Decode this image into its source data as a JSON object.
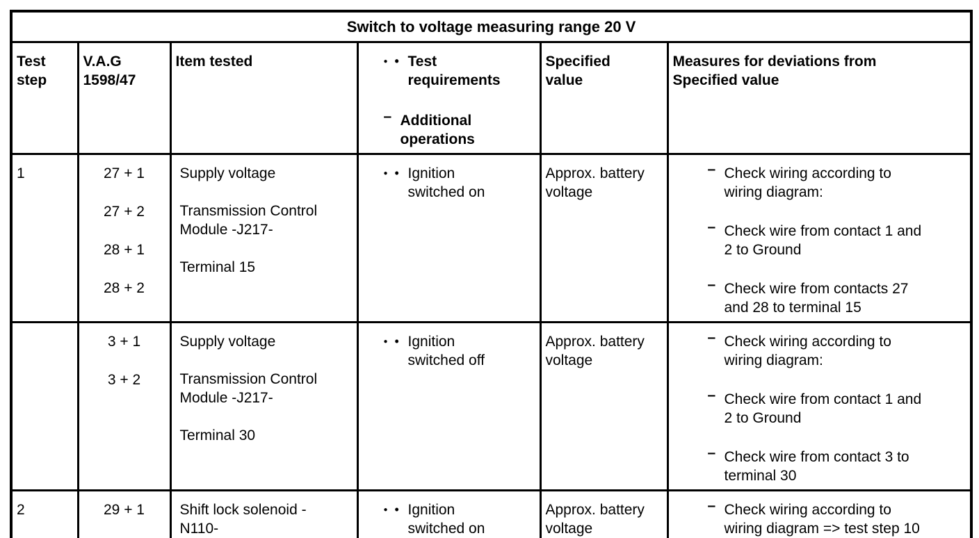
{
  "title": "Switch to voltage measuring range 20 V",
  "markers": {
    "bullet_large": "●",
    "bullet_small": "•",
    "dash": "–"
  },
  "header": {
    "test_step": "Test\nstep",
    "vag": "V.A.G\n1598/47",
    "item_tested": "Item tested",
    "requirements_bullet": "Test\nrequirements",
    "requirements_dash": "Additional\noperations",
    "specified_value": "Specified\nvalue",
    "measures": "Measures for deviations from\nSpecified value"
  },
  "rows": [
    {
      "step": "1",
      "vag": [
        "27 + 1",
        "27 + 2",
        "28 + 1",
        "28 + 2"
      ],
      "item": [
        "Supply voltage",
        "Transmission Control\nModule -J217-",
        "Terminal 15"
      ],
      "requirement": "Ignition\nswitched on",
      "specified": "Approx. battery\nvoltage",
      "measures": [
        "Check wiring according to\nwiring diagram:",
        "Check wire from contact 1 and\n2 to Ground",
        "Check wire from contacts 27\nand 28 to terminal 15"
      ]
    },
    {
      "step": "",
      "vag": [
        "3 + 1",
        "3 + 2"
      ],
      "item": [
        "Supply voltage",
        "Transmission Control\nModule -J217-",
        "Terminal 30"
      ],
      "requirement": "Ignition\nswitched off",
      "specified": "Approx. battery\nvoltage",
      "measures": [
        "Check wiring according to\nwiring diagram:",
        "Check wire from contact 1 and\n2 to Ground",
        "Check wire from contact 3 to\nterminal 30"
      ]
    },
    {
      "step": "2",
      "vag": [
        "29 + 1"
      ],
      "item": [
        "Shift lock solenoid -\nN110-"
      ],
      "requirement": "Ignition\nswitched on",
      "specified": "Approx. battery\nvoltage",
      "measures": [
        "Check wiring according to\nwiring diagram => test step 10"
      ]
    }
  ],
  "colors": {
    "border": "#000000",
    "text": "#000000",
    "background": "#ffffff"
  }
}
